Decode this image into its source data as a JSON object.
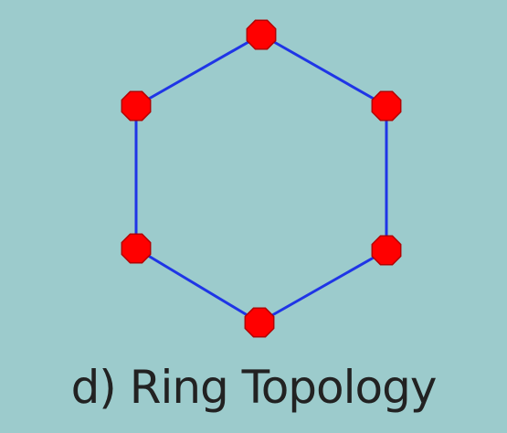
{
  "diagram": {
    "caption": "d) Ring Topology",
    "nodes": [
      "node-top",
      "node-upper-right",
      "node-lower-right",
      "node-bottom",
      "node-lower-left",
      "node-upper-left"
    ],
    "connections": [
      [
        0,
        1
      ],
      [
        1,
        2
      ],
      [
        2,
        3
      ],
      [
        3,
        4
      ],
      [
        4,
        5
      ],
      [
        5,
        0
      ]
    ]
  },
  "colors": {
    "background": "#9ccbcc",
    "link": "#1f35e6",
    "node": "#ff0000",
    "node_outline": "#b40000",
    "caption": "#222222"
  }
}
